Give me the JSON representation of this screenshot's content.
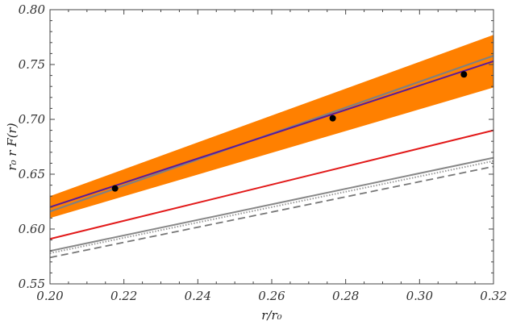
{
  "chart_data": {
    "type": "line",
    "title": "",
    "xlabel": "r/r₀",
    "ylabel": "r₀ r F(r)",
    "xlim": [
      0.2,
      0.32
    ],
    "ylim": [
      0.55,
      0.8
    ],
    "grid": false,
    "x_ticks": [
      0.2,
      0.22,
      0.24,
      0.26,
      0.28,
      0.3,
      0.32
    ],
    "x_tick_labels": [
      "0.20",
      "0.22",
      "0.24",
      "0.26",
      "0.28",
      "0.30",
      "0.32"
    ],
    "y_ticks": [
      0.55,
      0.6,
      0.65,
      0.7,
      0.75,
      0.8
    ],
    "y_tick_labels": [
      "0.55",
      "0.60",
      "0.65",
      "0.70",
      "0.75",
      "0.80"
    ],
    "band": {
      "color": "#ff8000",
      "x": [
        0.2,
        0.32
      ],
      "lower": [
        0.61,
        0.729
      ],
      "upper": [
        0.63,
        0.777
      ]
    },
    "series": [
      {
        "style": "solid",
        "color": "#808080",
        "width": 2.2,
        "x": [
          0.2,
          0.32
        ],
        "y": [
          0.616,
          0.758
        ]
      },
      {
        "style": "solid",
        "color": "#5a1a9a",
        "width": 2,
        "x": [
          0.2,
          0.32
        ],
        "y": [
          0.62,
          0.753
        ]
      },
      {
        "style": "solid",
        "color": "#e21a1a",
        "width": 2,
        "x": [
          0.2,
          0.32
        ],
        "y": [
          0.591,
          0.69
        ]
      },
      {
        "style": "solid",
        "color": "#888888",
        "width": 2,
        "x": [
          0.2,
          0.32
        ],
        "y": [
          0.58,
          0.665
        ]
      },
      {
        "style": "dotted",
        "color": "#999999",
        "width": 2,
        "x": [
          0.2,
          0.32
        ],
        "y": [
          0.578,
          0.662
        ]
      },
      {
        "style": "dashed",
        "color": "#777777",
        "width": 1.8,
        "x": [
          0.2,
          0.32
        ],
        "y": [
          0.574,
          0.657
        ]
      }
    ],
    "points": {
      "color": "#000000",
      "x": [
        0.2176,
        0.2765,
        0.312
      ],
      "y": [
        0.637,
        0.701,
        0.741
      ]
    }
  }
}
